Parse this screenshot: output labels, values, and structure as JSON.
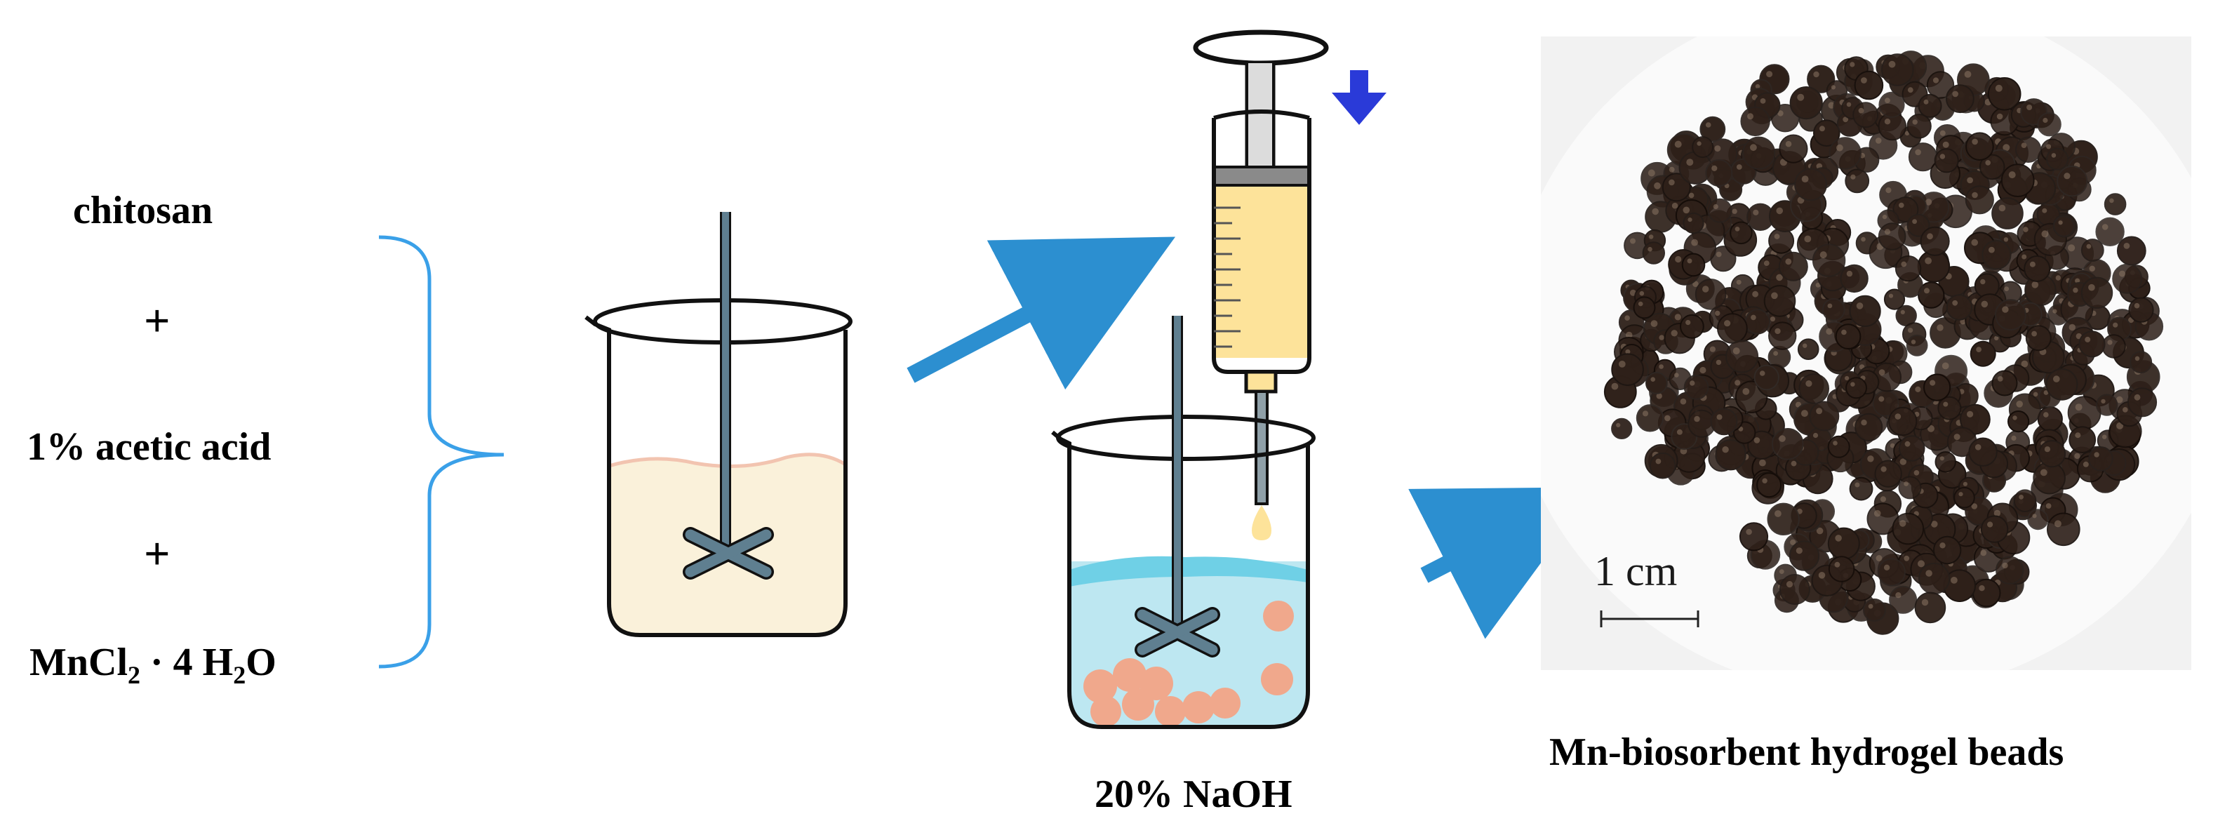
{
  "ingredients": {
    "chitosan": "chitosan",
    "plus_1": "+",
    "acetic_acid": "1% acetic acid",
    "plus_2": "+",
    "manganese_base": "MnCl",
    "manganese_sub1": "2",
    "manganese_mid": " · 4 H",
    "manganese_sub2": "2",
    "manganese_end": "O"
  },
  "labels": {
    "naoh": "20% NaOH",
    "product": "Mn-biosorbent hydrogel beads",
    "scale_bar": "1 cm"
  },
  "colors": {
    "brace": "#3aa0e8",
    "arrow": "#2c8fd0",
    "plunger_arrow": "#2a3ad8",
    "stirrer": "#5f7f90",
    "solution": "#faf1da",
    "solution_surface": "#f2c4b0",
    "syringe_fluid": "#fde39a",
    "naoh_solution": "#bde7f1",
    "naoh_surface": "#6fd0e6",
    "bead_falling": "#f0a88c",
    "hydrogel_bead": "#2e2019"
  }
}
